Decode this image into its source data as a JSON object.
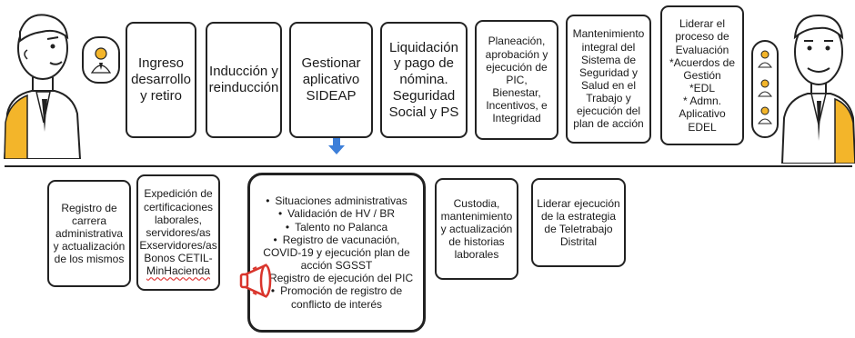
{
  "top_row": [
    {
      "text": "Ingreso desarrollo y retiro"
    },
    {
      "text": "Inducción y reinducción"
    },
    {
      "text": "Gestionar aplicativo SIDEAP"
    },
    {
      "text": "Liquidación y pago de nómina. Seguridad Social y PS"
    },
    {
      "text": "Planeación, aprobación y ejecución de PIC, Bienestar, Incentivos, e Integridad"
    },
    {
      "text": "Mantenimiento integral del Sistema de Seguridad y Salud en el Trabajo y ejecución del plan de acción"
    },
    {
      "lines": [
        "Liderar el proceso de Evaluación",
        "*Acuerdos de Gestión",
        "*EDL",
        "* Admn. Aplicativo EDEL"
      ]
    }
  ],
  "bottom_row": [
    {
      "text": "Registro de carrera administrativa y actualización de los mismos"
    },
    {
      "lines": [
        "Expedición de certificaciones laborales, servidores/as Exservidores/as Bonos CETIL-",
        "MinHacienda"
      ]
    },
    {
      "items": [
        "Situaciones administrativas",
        "Validación de HV / BR",
        "Talento no Palanca",
        "Registro de vacunación, COVID-19 y ejecución plan de acción SGSST",
        "Registro de ejecución del PIC",
        "Promoción de registro de conflicto de interés"
      ]
    },
    {
      "text": "Custodia, mantenimiento y actualización de historias laborales"
    },
    {
      "text": "Liderar ejecución de la estrategia de Teletrabajo Distrital"
    }
  ],
  "icons": {
    "arrow": "down-arrow-icon",
    "megaphone": "megaphone-icon",
    "person_left": "person-illustration-icon",
    "person_right": "person-illustration-icon"
  },
  "colors": {
    "arrow": "#3d7fd9",
    "accent": "#f3b52a",
    "megaphone": "#d9342b"
  }
}
